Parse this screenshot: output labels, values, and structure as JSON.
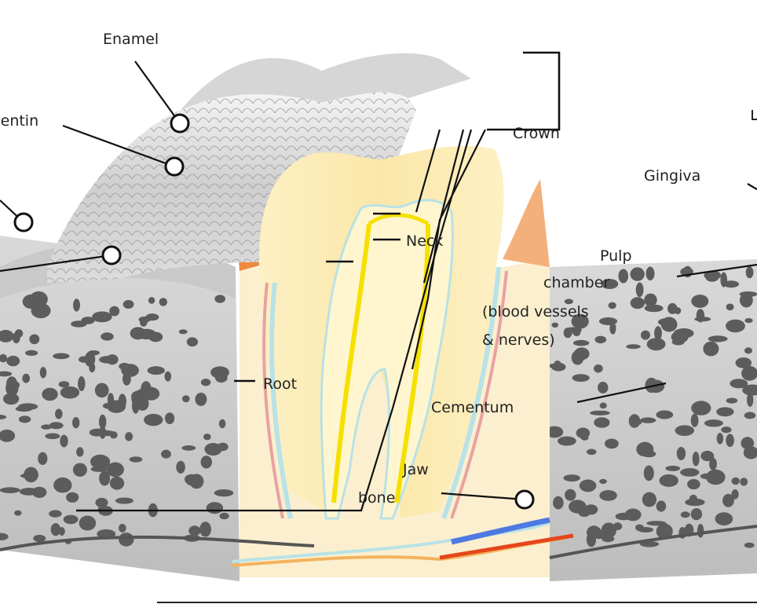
{
  "labels": {
    "enamel": "Enamel",
    "dentin": "Dentin",
    "crown": "Crown",
    "gingiva": "Gingiva",
    "neck": "Neck",
    "pulp_chamber_line1": "Pulp",
    "pulp_chamber_line2": "chamber",
    "pulp_chamber_line3": "(blood vessels",
    "pulp_chamber_line4": "& nerves)",
    "root": "Root",
    "cementum": "Cementum",
    "jaw_bone_line1": "Jaw",
    "jaw_bone_line2": "bone"
  },
  "colors": {
    "enamel": "#e4e4e4",
    "dentin": "#fbe7a8",
    "pulp": "#fff6cf",
    "nerve": "#f5e000",
    "gingiva": "#f0893e",
    "cementum": "#b8e2e6",
    "periodontal": "#e8a2a2",
    "bone": "#5c5c5c",
    "vein": "#4d79e0",
    "artery": "#e5461b"
  }
}
